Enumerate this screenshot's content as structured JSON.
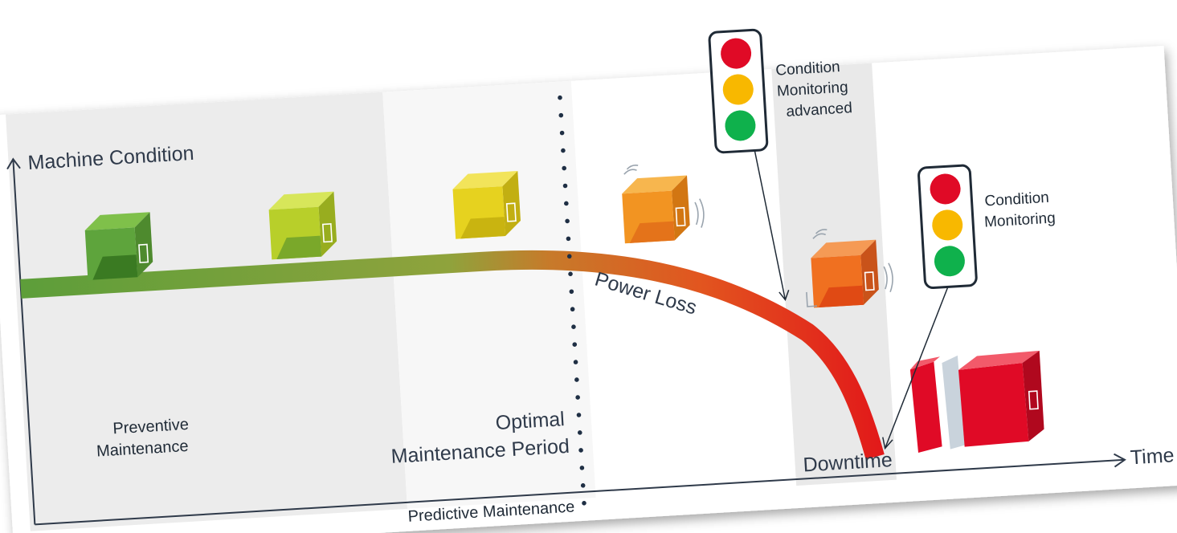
{
  "diagram": {
    "axes": {
      "y_label": "Machine Condition",
      "x_label": "Time"
    },
    "zones": {
      "preventive": [
        "Preventive",
        "Maintenance"
      ],
      "predictive": "Predictive Maintenance"
    },
    "annotations": {
      "optimal": [
        "Optimal",
        "Maintenance Period"
      ],
      "power_loss": "Power Loss",
      "downtime": "Downtime"
    },
    "traffic_lights": [
      {
        "label": [
          "Condition",
          "Monitoring",
          "advanced"
        ],
        "colors": [
          "#e00a26",
          "#f8b800",
          "#0fb14c"
        ]
      },
      {
        "label": [
          "Condition",
          "Monitoring"
        ],
        "colors": [
          "#e00a26",
          "#f8b800",
          "#0fb14c"
        ]
      }
    ],
    "machine_colors": [
      "#5ea43c",
      "#b8cf2a",
      "#e6d21f",
      "#f29422",
      "#f07020",
      "#e00a26"
    ]
  }
}
